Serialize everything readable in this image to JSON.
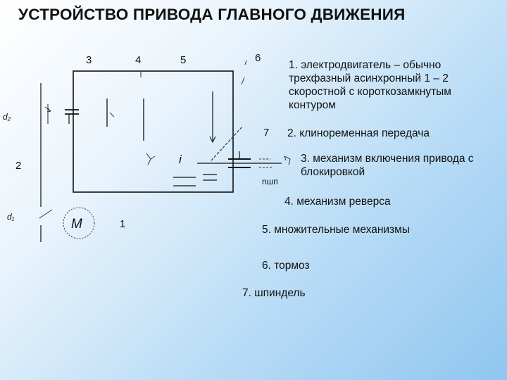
{
  "title": "УСТРОЙСТВО ПРИВОДА ГЛАВНОГО ДВИЖЕНИЯ",
  "diagram": {
    "labels": {
      "n3": "3",
      "n4": "4",
      "n5": "5",
      "n6": "6",
      "n7": "7",
      "n2": "2",
      "n1": "1",
      "d2": "d₂",
      "d1": "d₁",
      "motor": "M",
      "ratio": "i",
      "nsp": "nшп"
    }
  },
  "items": [
    "1. электродвигатель – обычно трехфазный асинхронный 1 – 2 скоростной с короткозамкнутым контуром",
    "2. клиноременная передача",
    "3. механизм включения привода с блокировкой",
    "4. механизм реверса",
    "5. множительные механизмы",
    "6. тормоз",
    "7. шпиндель"
  ]
}
